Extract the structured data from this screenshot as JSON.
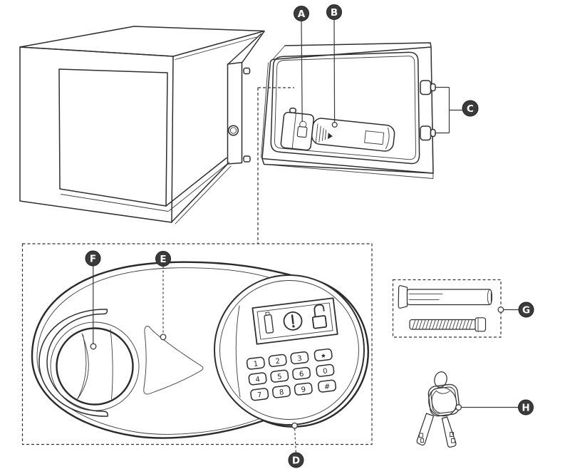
{
  "colors": {
    "line": "#2e2e2e",
    "label_bg": "#3b3b3b",
    "label_text": "#ffffff",
    "background": "#ffffff"
  },
  "callouts": [
    {
      "letter": "A"
    },
    {
      "letter": "B"
    },
    {
      "letter": "C"
    },
    {
      "letter": "D"
    },
    {
      "letter": "E"
    },
    {
      "letter": "F"
    },
    {
      "letter": "G"
    },
    {
      "letter": "H"
    }
  ],
  "display_icons": [
    {
      "name": "battery-icon"
    },
    {
      "name": "alert-icon"
    },
    {
      "name": "unlock-icon"
    }
  ],
  "keypad": {
    "rows": [
      [
        "1",
        "2",
        "3",
        "★"
      ],
      [
        "4",
        "5",
        "6",
        "0"
      ],
      [
        "7",
        "8",
        "9",
        "#"
      ]
    ]
  }
}
